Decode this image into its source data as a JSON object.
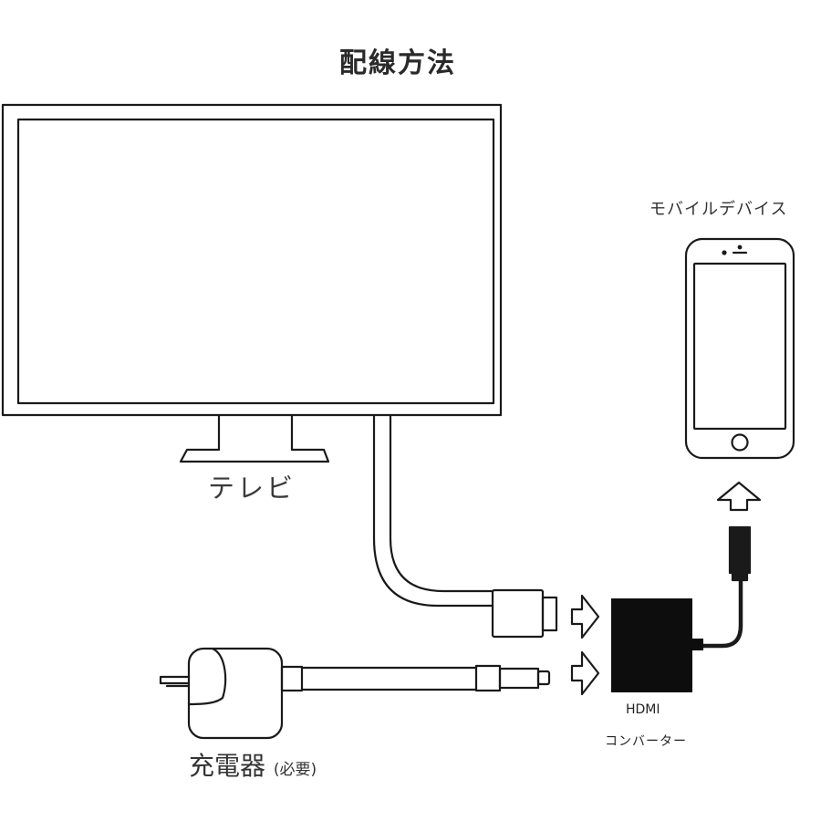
{
  "title": "配線方法",
  "tv": {
    "label": "テレビ"
  },
  "mobile_device": {
    "label": "モバイルデバイス"
  },
  "hdmi_converter": {
    "label_line1": "HDMI",
    "label_line2": "コンバーター"
  },
  "charger": {
    "label": "充電器",
    "note": "(必要)"
  },
  "colors": {
    "line": "#1a1a1a",
    "converter_fill": "#0d0d0d",
    "background": "#ffffff"
  }
}
